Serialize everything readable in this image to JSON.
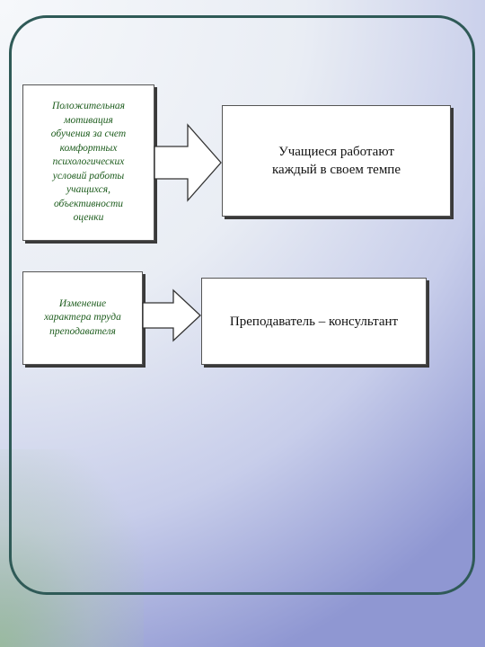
{
  "diagram": {
    "rows": [
      {
        "cause": "Положительная\nмотивация\nобучения за счет\nкомфортных\nпсихологических\nусловий работы\nучащихся,\nобъективности\nоценки",
        "effect": "Учащиеся работают\nкаждый в своем темпе"
      },
      {
        "cause": "Изменение\nхарактера труда\nпреподавателя",
        "effect": "Преподаватель – консультант"
      }
    ]
  },
  "colors": {
    "frame": "#2f5a57",
    "cause_text": "#1d5c1d",
    "effect_text": "#111111"
  }
}
